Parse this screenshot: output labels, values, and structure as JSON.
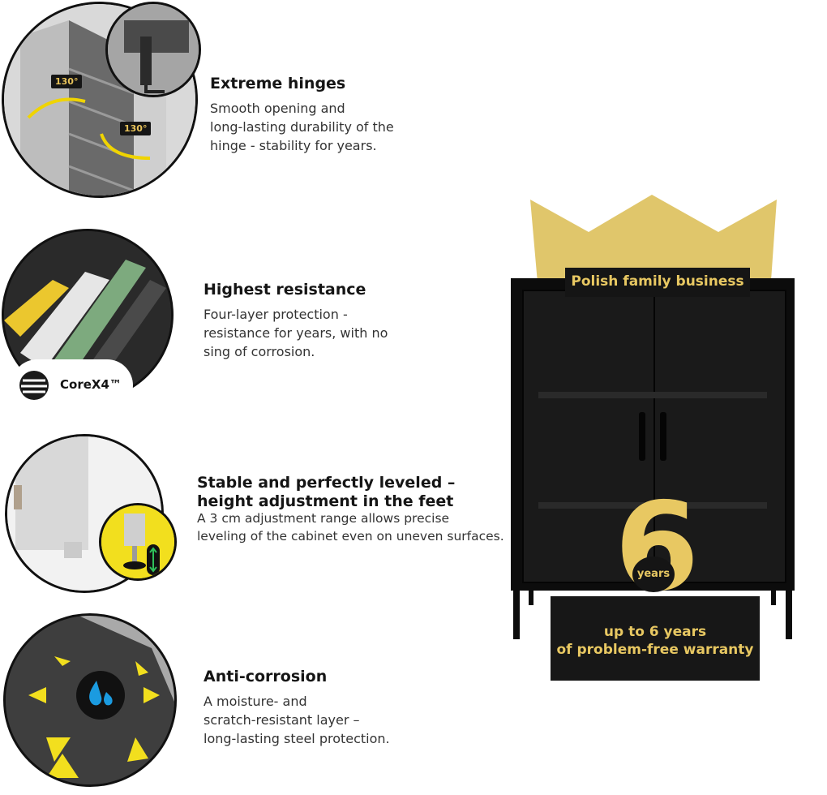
{
  "features": [
    {
      "title": "Extreme hinges",
      "description": [
        "Smooth opening and",
        "long-lasting durability of the",
        "hinge - stability for years."
      ],
      "badges": [
        "130°",
        "130°"
      ]
    },
    {
      "title": "Highest resistance",
      "description": [
        "Four-layer protection -",
        "resistance for years, with no",
        "sing of corrosion."
      ],
      "logo_label": "CoreX4™"
    },
    {
      "title": [
        "Stable and perfectly leveled –",
        "height adjustment in the feet"
      ],
      "description": [
        "A 3 cm adjustment range allows precise",
        "leveling of the cabinet even on uneven surfaces."
      ]
    },
    {
      "title": "Anti-corrosion",
      "description": [
        "A moisture- and",
        "scratch-resistant layer –",
        "long-lasting steel protection."
      ]
    }
  ],
  "product": {
    "banner": "Polish family business",
    "years_number": "6",
    "years_label": "years",
    "warranty": [
      "up to 6 years",
      "of problem-free warranty"
    ]
  },
  "colors": {
    "accent_gold": "#e8c862",
    "crown": "#e0c66b",
    "dark": "#151515",
    "yellow_icon": "#f2df1e",
    "water_blue": "#1b9be0"
  }
}
